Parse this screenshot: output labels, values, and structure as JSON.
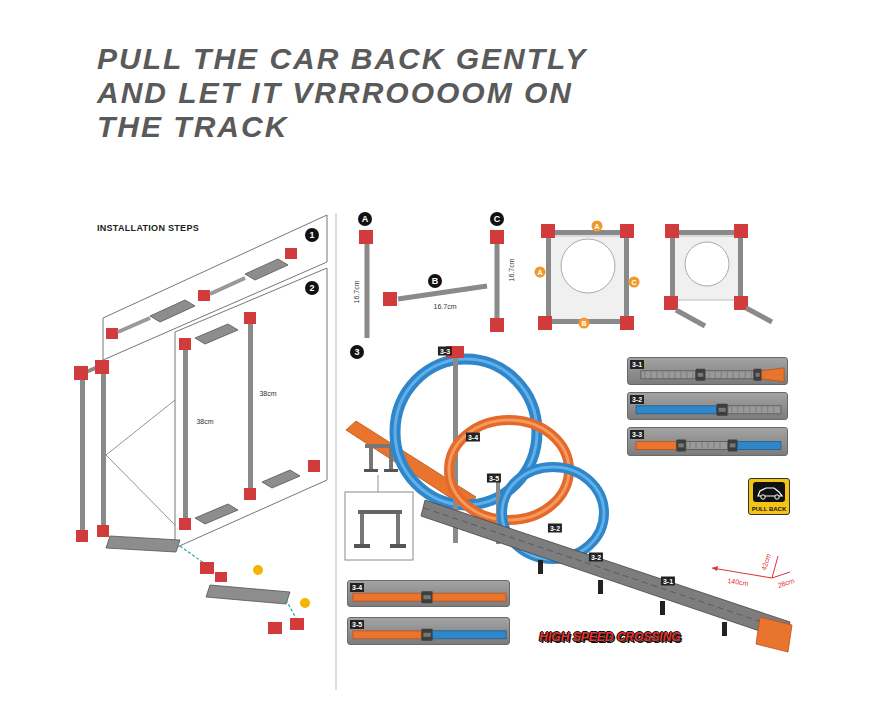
{
  "diagram": {
    "title": "PULL THE CAR BACK GENTLY AND LET IT VRRROOOOM ON THE TRACK",
    "nodes": [
      {
        "text": [
          "3-1"
        ]
      },
      {
        "text": [
          "3-2"
        ]
      },
      {
        "text": [
          "3-3"
        ]
      },
      {
        "text": [
          "PULL BACK"
        ]
      },
      {
        "text": [
          "3-4"
        ]
      },
      {
        "text": [
          "3-5"
        ]
      }
    ],
    "labels": [
      "INSTALLATION STEPS",
      "1",
      "2",
      "38cm",
      "38cm",
      "A",
      "16.7cm",
      "B",
      "16.7cm",
      "C",
      "16.7cm",
      "A",
      "A",
      "C",
      "B",
      "3",
      "3-3",
      "3-4",
      "3-5",
      "3-2",
      "3-2",
      "3-1",
      "HIGH SPEED CROSSING",
      "140cm",
      "42cm",
      "28cm"
    ]
  }
}
